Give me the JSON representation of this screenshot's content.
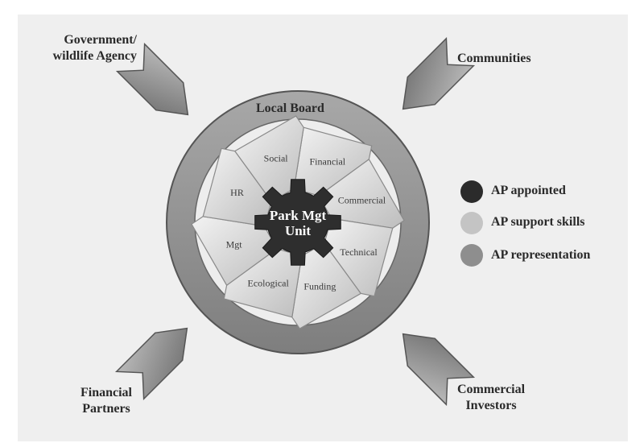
{
  "stakeholders": {
    "government": "Government/\nwildlife Agency",
    "communities": "Communities",
    "financial_partners": "Financial\nPartners",
    "commercial_investors": "Commercial\nInvestors"
  },
  "board": {
    "title": "Local Board"
  },
  "center": {
    "title": "Park Mgt\nUnit"
  },
  "functions": [
    "Financial",
    "Commercial",
    "Technical",
    "Funding",
    "Ecological",
    "Mgt",
    "HR",
    "Social"
  ],
  "legend": [
    {
      "label": "AP appointed",
      "color": "#2b2b2b"
    },
    {
      "label": "AP support skills",
      "color": "#c4c4c4"
    },
    {
      "label": "AP representation",
      "color": "#8e8e8e"
    }
  ]
}
